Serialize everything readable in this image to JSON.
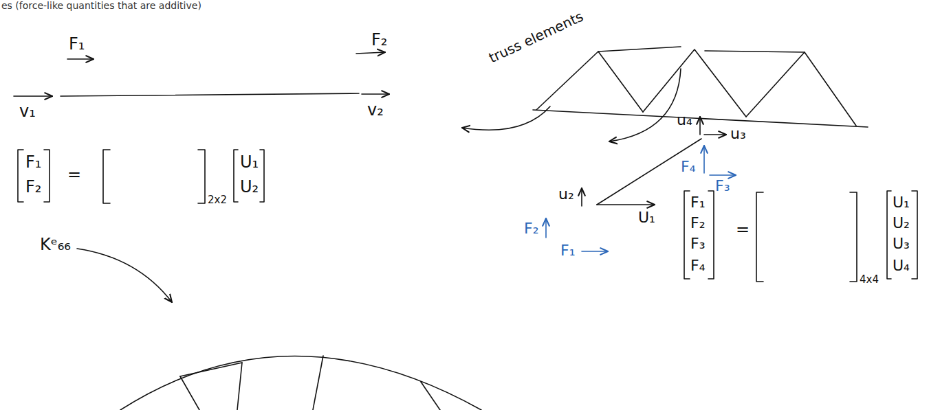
{
  "diagram": {
    "labels": [
      "es (force-like quantities that are additive)",
      "F₁",
      "F₂",
      "v₁",
      "v₂",
      "F₁",
      "F₂",
      "=",
      "2x2",
      "U₁",
      "U₂",
      "truss elements",
      "Kᵉ₆₆",
      "u₄",
      "u₃",
      "F₄",
      "F₃",
      "u₂",
      "F₂",
      "F₁",
      "U₁",
      "F₁",
      "F₂",
      "F₃",
      "F₄",
      "=",
      "4x4",
      "U₁",
      "U₂",
      "U₃",
      "U₄"
    ]
  }
}
